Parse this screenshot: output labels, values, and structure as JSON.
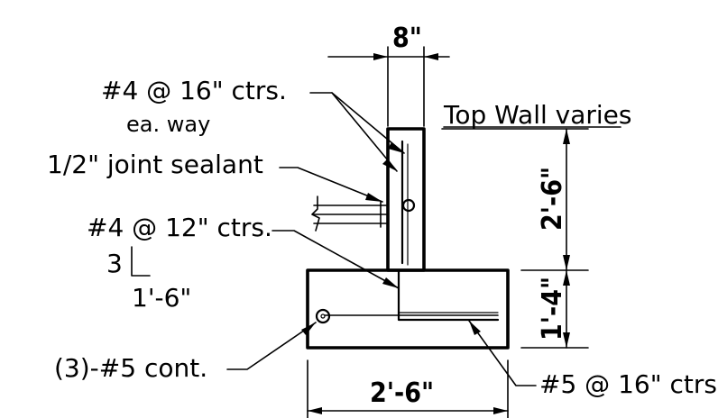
{
  "labels": {
    "wall_thickness": "8\"",
    "rebar_wall": "#4 @ 16\" ctrs.",
    "rebar_wall_note": "ea. way",
    "top_wall": "Top Wall varies",
    "joint_sealant": "1/2\" joint sealant",
    "rebar_dowel": "#4 @ 12\" ctrs.",
    "slope_rise": "3",
    "slope_run": "1'-6\"",
    "wall_height": "2'-6\"",
    "footing_height": "1'-4\"",
    "footing_bars": "(3)-#5 cont.",
    "footing_width": "2'-6\"",
    "footing_transverse": "#5 @ 16\" ctrs"
  }
}
